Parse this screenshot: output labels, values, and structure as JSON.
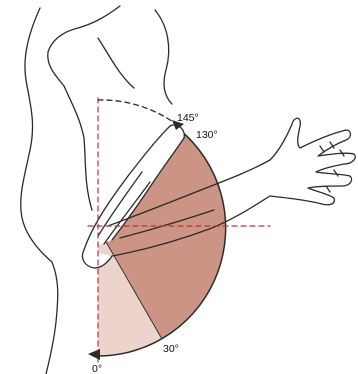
{
  "angles": {
    "a145": "145°",
    "a130": "130°",
    "a30": "30°",
    "a0": "0°"
  },
  "colors": {
    "outline": "#2b2b2b",
    "skin": "#ffffff",
    "arc_fill_light": "#ecd3cc",
    "arc_fill_dark": "#cc9484",
    "guide_line": "#b8333c"
  }
}
